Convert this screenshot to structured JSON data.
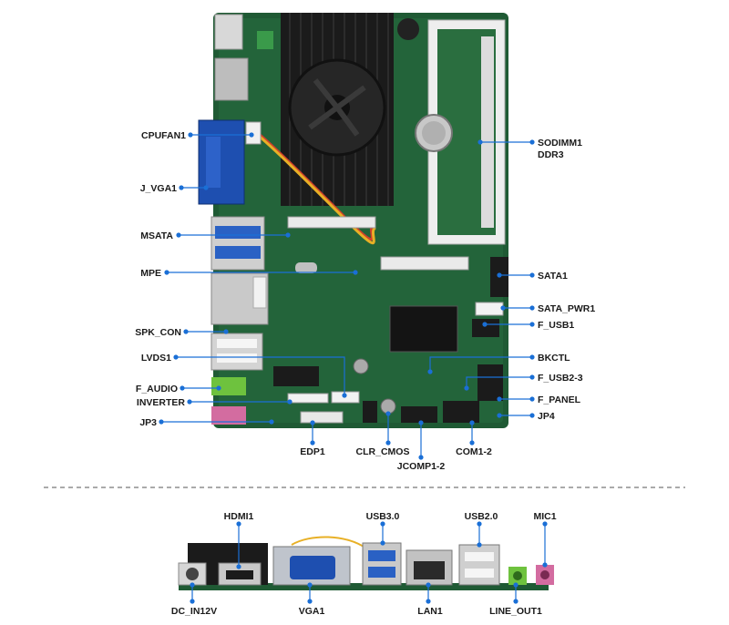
{
  "colors": {
    "leader": "#1a6fd6",
    "pcb": "#1f5a34",
    "heatsink": "#1b1b1b",
    "text": "#1a1a1a"
  },
  "labels": {
    "cpufan1": "CPUFAN1",
    "j_vga1": "J_VGA1",
    "msata": "MSATA",
    "mpe": "MPE",
    "spk_con": "SPK_CON",
    "lvds1": "LVDS1",
    "f_audio": "F_AUDIO",
    "inverter": "INVERTER",
    "jp3": "JP3",
    "edp1": "EDP1",
    "clr_cmos": "CLR_CMOS",
    "jcomp1_2": "JCOMP1-2",
    "com1_2": "COM1-2",
    "sodimm1": "SODIMM1",
    "ddr3": "DDR3",
    "sata1": "SATA1",
    "sata_pwr1": "SATA_PWR1",
    "f_usb1": "F_USB1",
    "bkctl": "BKCTL",
    "f_usb2_3": "F_USB2-3",
    "f_panel": "F_PANEL",
    "jp4": "JP4",
    "hdmi1": "HDMI1",
    "usb3": "USB3.0",
    "usb2": "USB2.0",
    "mic1": "MIC1",
    "dc_in12v": "DC_IN12V",
    "vga1": "VGA1",
    "lan1": "LAN1",
    "line_out1": "LINE_OUT1"
  }
}
